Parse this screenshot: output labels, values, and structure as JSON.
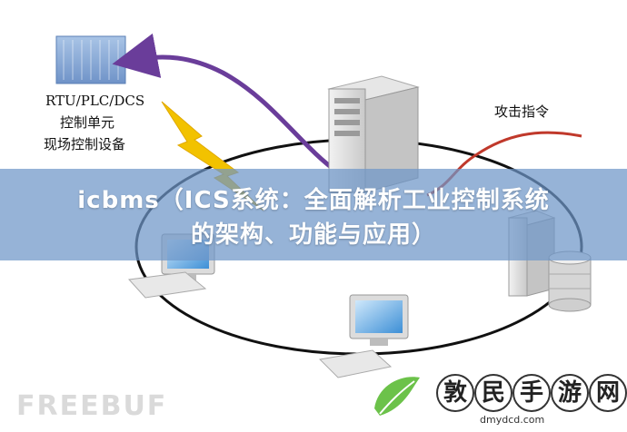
{
  "labels": {
    "rtu_line1": "RTU/PLC/DCS",
    "rtu_line2": "控制单元",
    "rtu_line3": "现场控制设备",
    "attack": "攻击指令"
  },
  "banner": {
    "line1": "icbms（ICS系统：全面解析工业控制系统",
    "line2": "的架构、功能与应用）"
  },
  "watermarks": {
    "left": "FREEBUF",
    "logo_chars": [
      "敦",
      "民",
      "手",
      "游",
      "网"
    ],
    "logo_url": "dmydcd.com"
  },
  "colors": {
    "ring": "#111111",
    "purple_arrow": "#6a3d9a",
    "red_line": "#c0392b",
    "lightning": "#f2c200",
    "banner": "#6e96c8"
  }
}
